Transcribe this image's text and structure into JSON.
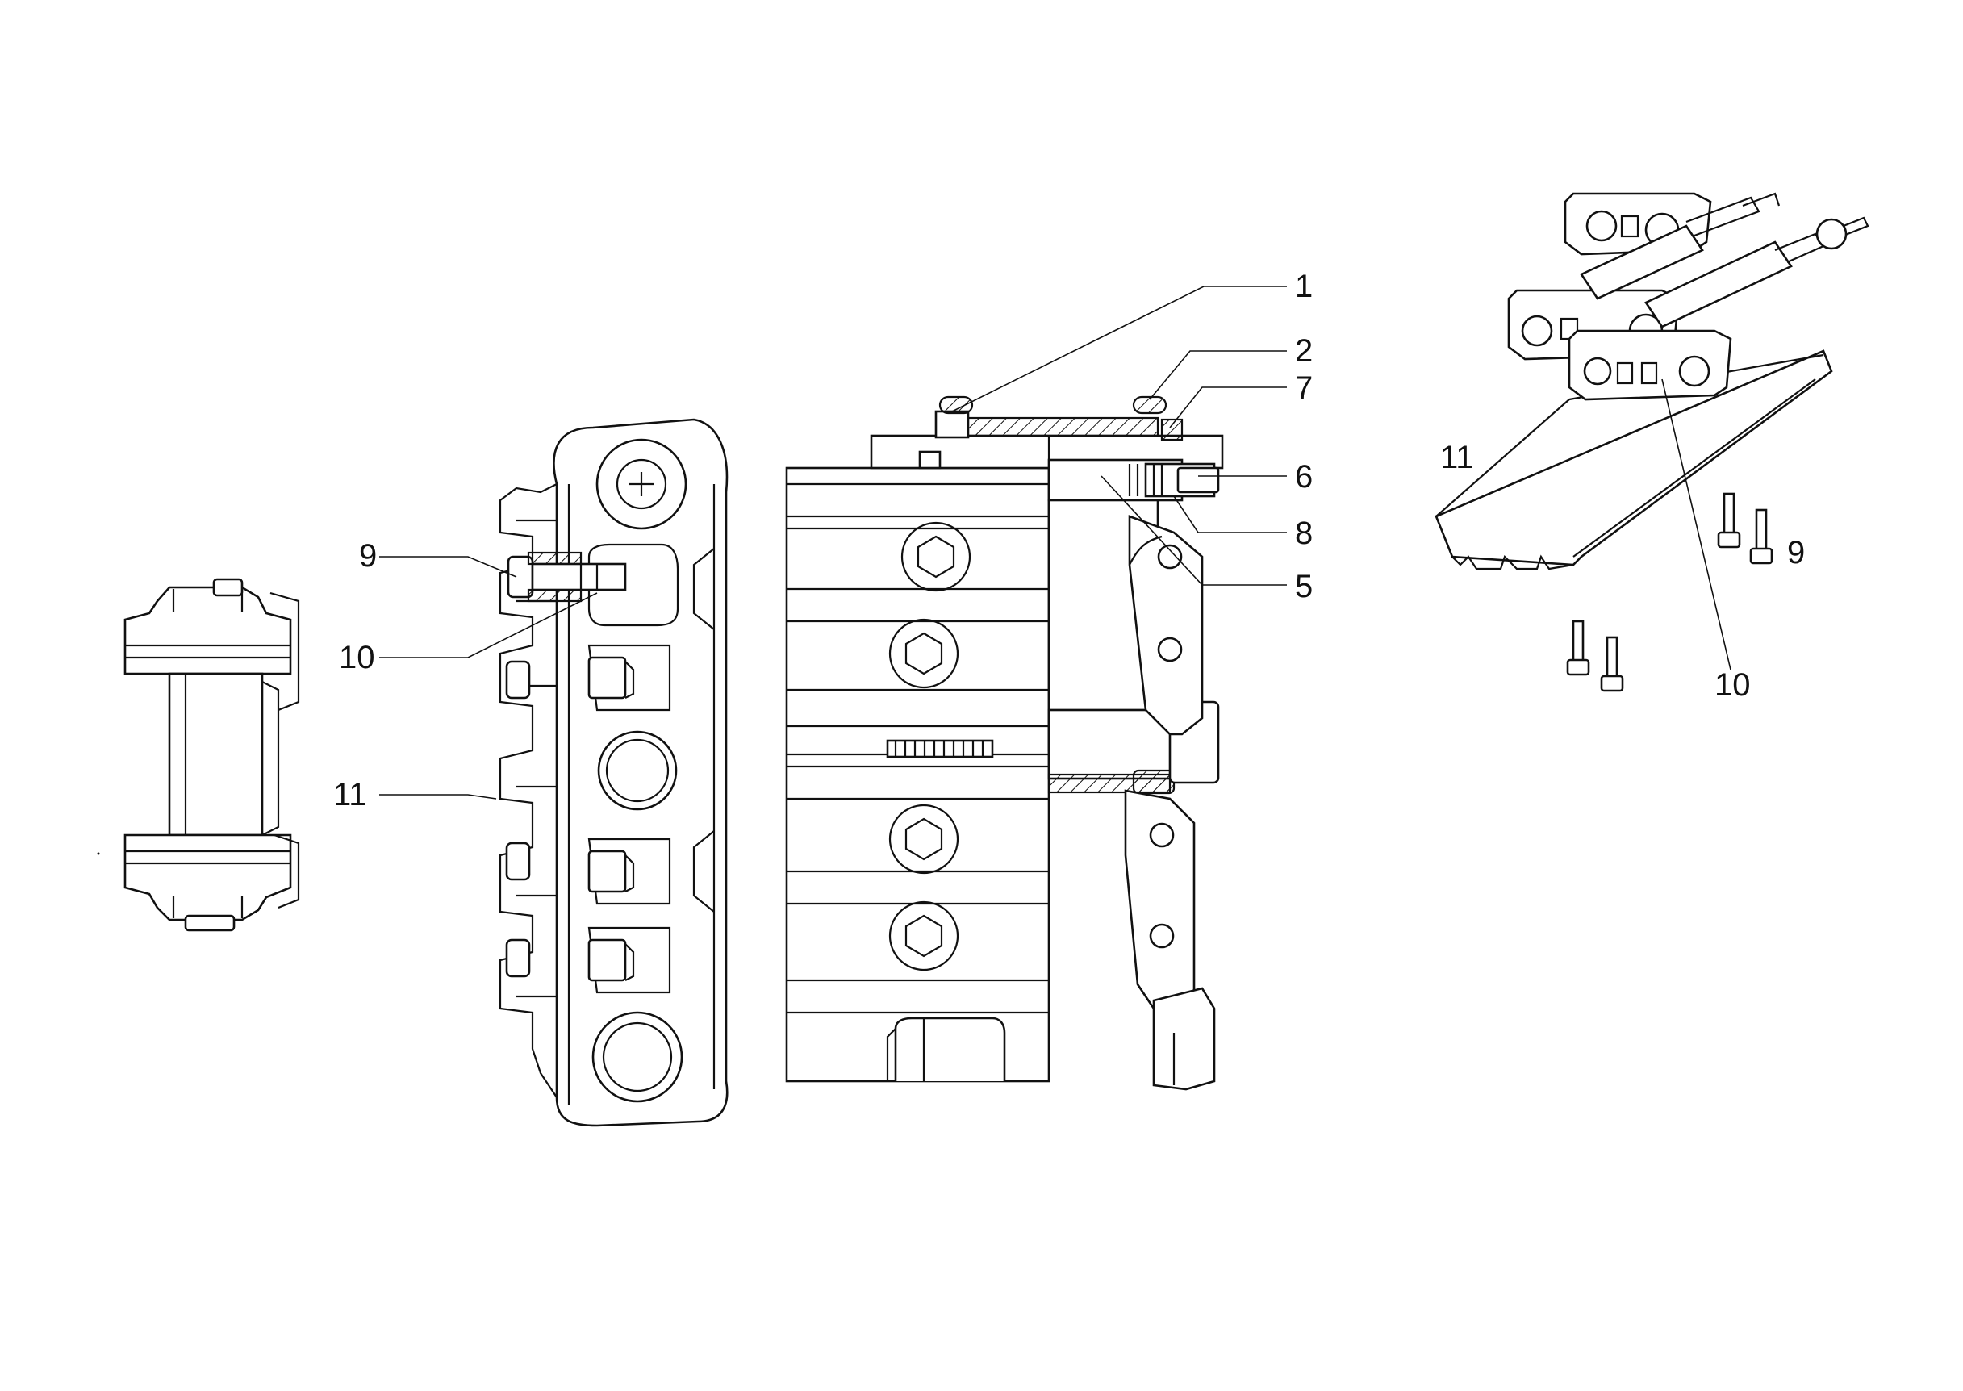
{
  "callouts": {
    "c1": "1",
    "c2": "2",
    "c7": "7",
    "c6": "6",
    "c8": "8",
    "c5": "5",
    "c9_left": "9",
    "c10_left": "10",
    "c11_left": "11",
    "c11_right": "11",
    "c9_right": "9",
    "c10_right": "10"
  },
  "colors": {
    "line": "#111111",
    "background": "#ffffff"
  }
}
